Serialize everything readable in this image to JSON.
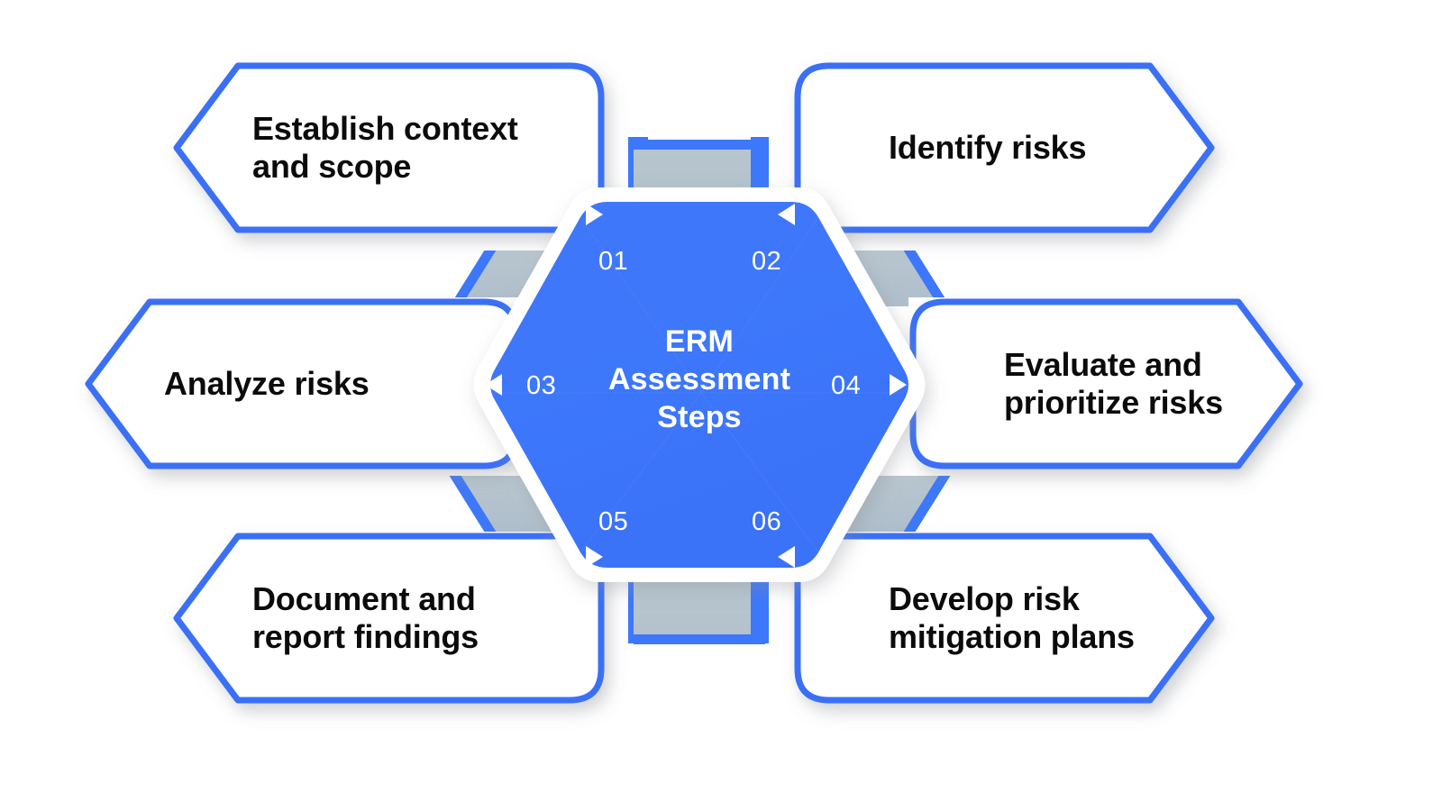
{
  "theme": {
    "accent_blue": "#3d77fa",
    "card_border": "#3b6ff5",
    "connector_gray": "#b4c3cd",
    "card_bg": "#ffffff",
    "page_bg": "#ffffff",
    "text_dark": "#0b0b0b",
    "text_light": "#ffffff"
  },
  "center": {
    "title": "ERM\nAssessment\nSteps",
    "shape": "hexagon",
    "markers": [
      {
        "number": "01",
        "arrow": "arrow-right-icon",
        "position": "top-left"
      },
      {
        "number": "02",
        "arrow": "arrow-left-icon",
        "position": "top-right"
      },
      {
        "number": "03",
        "arrow": "arrow-left-icon",
        "position": "middle-left"
      },
      {
        "number": "04",
        "arrow": "arrow-right-icon",
        "position": "middle-right"
      },
      {
        "number": "05",
        "arrow": "arrow-right-icon",
        "position": "bottom-left"
      },
      {
        "number": "06",
        "arrow": "arrow-left-icon",
        "position": "bottom-right"
      }
    ]
  },
  "steps": [
    {
      "id": "01",
      "label": "Establish context\nand scope",
      "side": "left"
    },
    {
      "id": "02",
      "label": "Identify risks",
      "side": "right"
    },
    {
      "id": "03",
      "label": "Analyze risks",
      "side": "left"
    },
    {
      "id": "04",
      "label": "Evaluate and\nprioritize risks",
      "side": "right"
    },
    {
      "id": "05",
      "label": "Document and\nreport findings",
      "side": "left"
    },
    {
      "id": "06",
      "label": "Develop risk\nmitigation plans",
      "side": "right"
    }
  ]
}
